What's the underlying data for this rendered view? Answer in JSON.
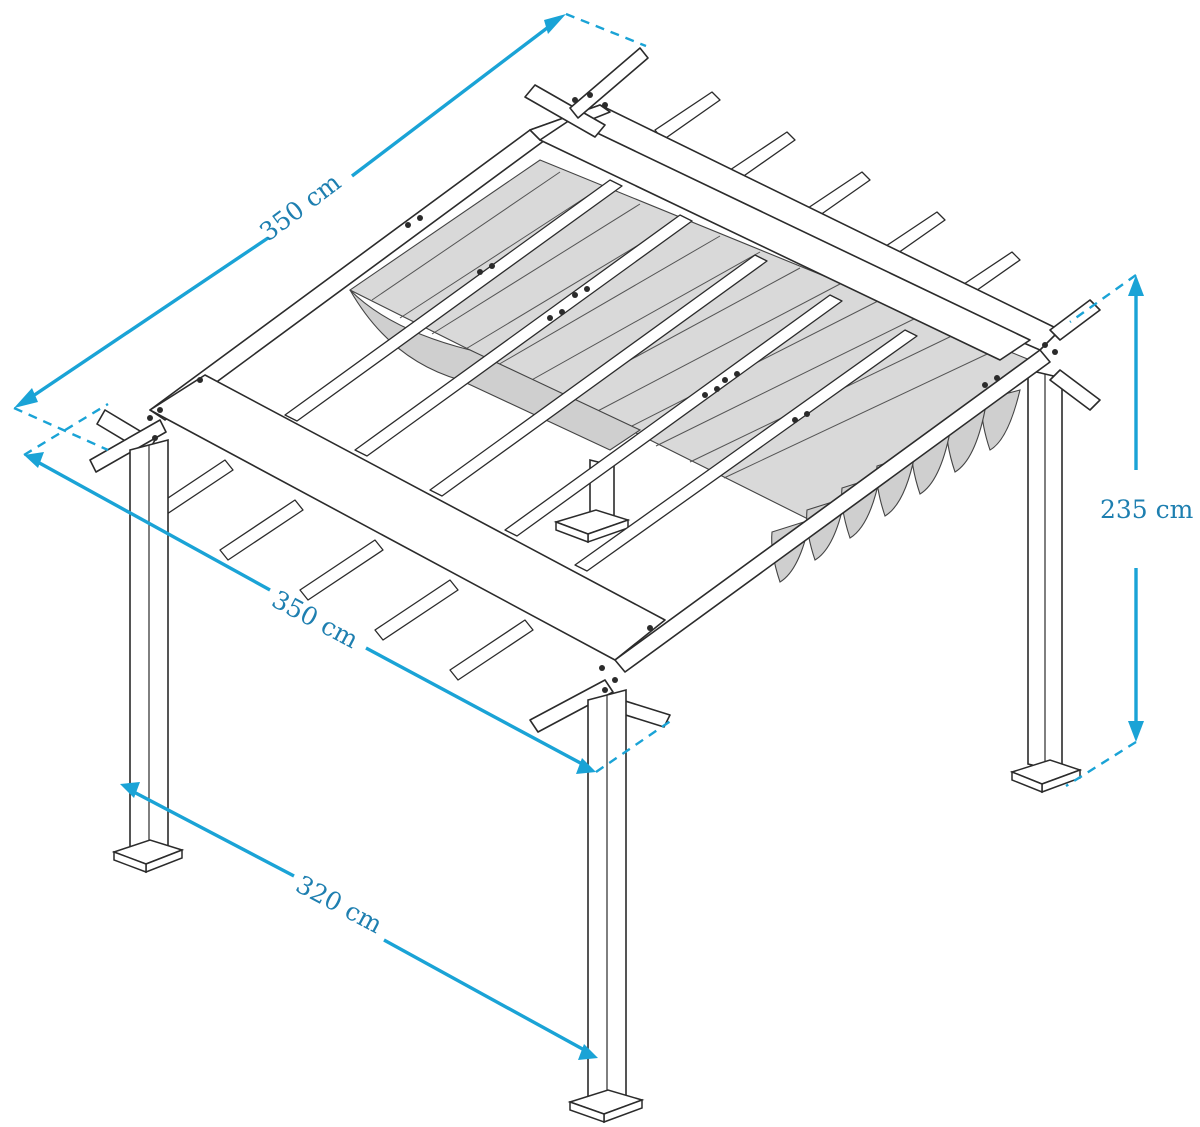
{
  "dimensions": {
    "top_length": "350 cm",
    "front_length": "350 cm",
    "post_spacing": "320 cm",
    "height": "235 cm"
  },
  "colors": {
    "dimension_line": "#1aa3d6",
    "frame_stroke": "#2b2b2b",
    "canopy_fill": "#d9d9d9"
  }
}
